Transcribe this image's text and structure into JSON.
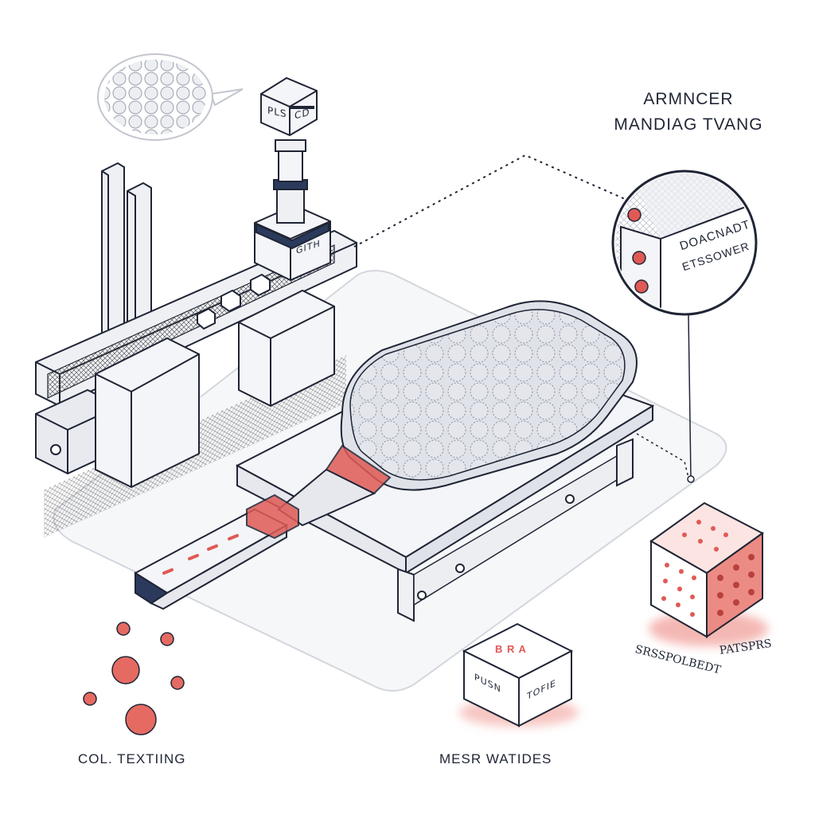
{
  "callout": {
    "title_line1": "ARMNCER",
    "title_line2": "MANDIAG TVANG",
    "zoom_text_line1": "DOACNADT",
    "zoom_text_line2": "ETSSOWER"
  },
  "machine": {
    "column_text_left": "PLS",
    "column_text_right": "CD",
    "base_text": "GITH"
  },
  "cubes": {
    "small_cube_top": "B R A",
    "small_cube_left": "PUSN",
    "small_cube_right": "TOFIE",
    "large_cube_caption_left": "SRSSPOLBEDT",
    "large_cube_caption_right": "PATSPRS"
  },
  "labels": {
    "bottom_left": "COL. TEXTIING",
    "bottom_center": "MESR WATIDES"
  },
  "colors": {
    "ink": "#1f2535",
    "accent_red": "#e05a55",
    "navy": "#2b3a5c",
    "paddle_fill": "#e6e8ee",
    "table_fill": "#f4f5f8"
  }
}
